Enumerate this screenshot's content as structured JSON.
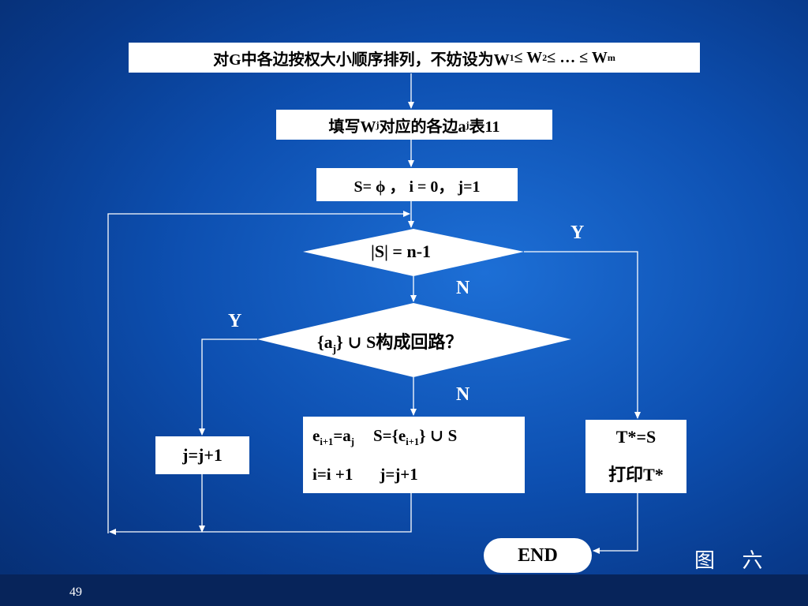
{
  "box1": {
    "pre": "对G中各边按权大小顺序排列，不妨设为W",
    "s1": "1",
    "m1": "≤ W",
    "s2": "2",
    "m2": "≤ … ≤ W",
    "s3": "m"
  },
  "box2": {
    "pre": "填写W",
    "s1": "j",
    "mid": "对应的各边a",
    "s2": "j",
    "post": " 表11"
  },
  "box3": {
    "text": "S= ϕ ， i = 0， j=1"
  },
  "diamond1": {
    "text": "|S| = n-1"
  },
  "diamond2": {
    "pre": "{a",
    "s1": "j",
    "post": "} ∪ S构成回路？"
  },
  "box_left": {
    "text": "j=j+1"
  },
  "box_mid": {
    "line1_e": "e",
    "line1_s1": "i+1",
    "line1_eq": "=a",
    "line1_s2": "j",
    "line1_b": "S={e",
    "line1_s3": "i+1",
    "line1_c": "} ∪ S",
    "line2_a": "i=i +1",
    "line2_b": "j=j+1"
  },
  "box_right": {
    "line1": "T*=S",
    "line2": "打印T*"
  },
  "end": {
    "text": "END"
  },
  "labels": {
    "y1": "Y",
    "n1": "N",
    "y2": "Y",
    "n2": "N"
  },
  "figure_label": "图 六",
  "page_number": "49"
}
